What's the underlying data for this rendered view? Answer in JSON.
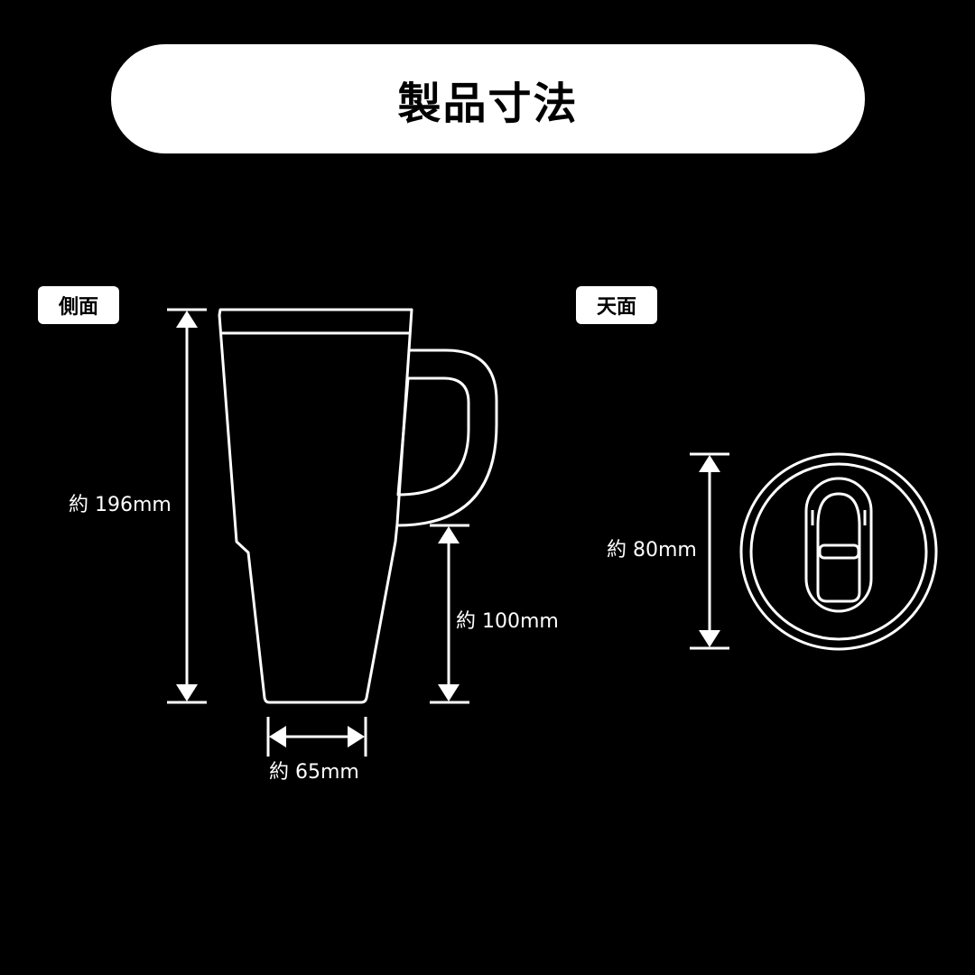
{
  "header": {
    "title": "製品寸法"
  },
  "views": {
    "side_label": "側面",
    "top_label": "天面"
  },
  "dimensions": {
    "height_total": "約 196mm",
    "height_handle_bottom": "約 100mm",
    "base_width": "約 65mm",
    "lid_diameter": "約 80mm"
  },
  "colors": {
    "background": "#000000",
    "line": "#ffffff",
    "pill": "#ffffff"
  }
}
